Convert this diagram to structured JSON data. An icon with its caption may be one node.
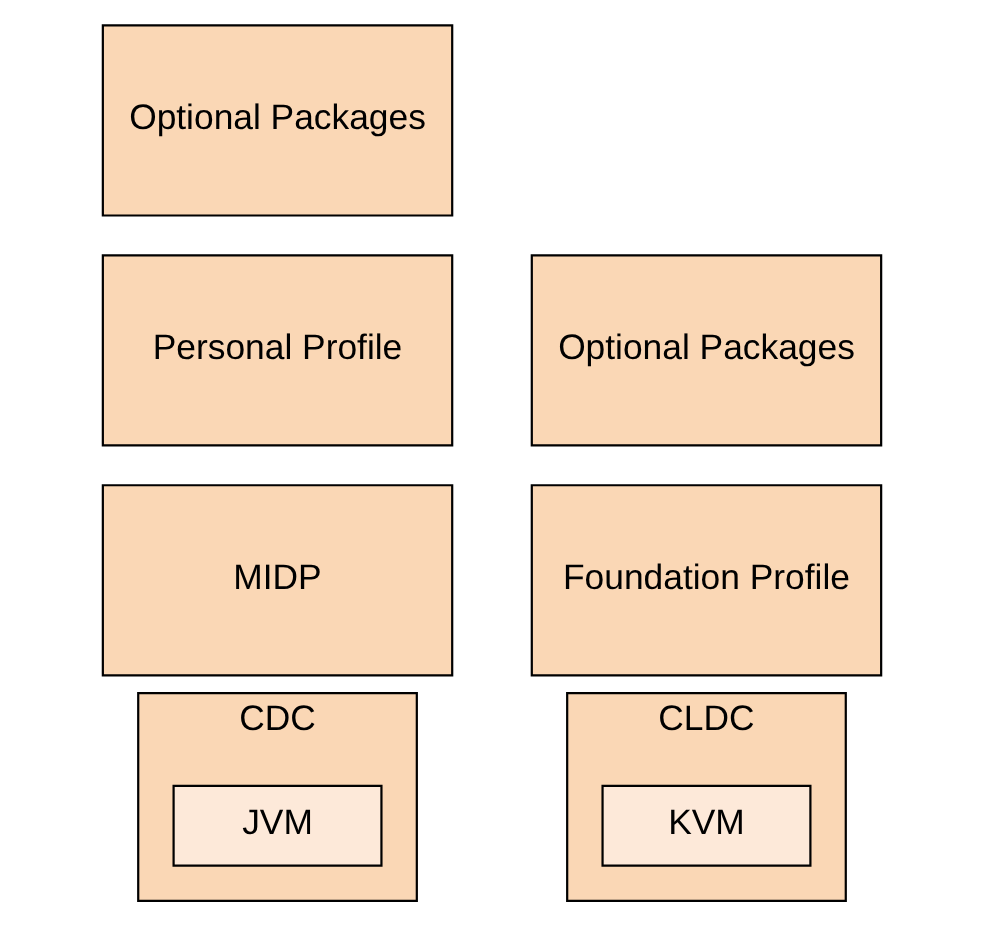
{
  "diagram": {
    "nodes": [
      {
        "text": [
          "Optional Packages"
        ]
      },
      {
        "text": [
          "Personal Profile"
        ]
      },
      {
        "text": [
          "Optional Packages"
        ]
      },
      {
        "text": [
          "MIDP"
        ]
      },
      {
        "text": [
          "Foundation Profile"
        ]
      },
      {
        "text": [
          "CDC"
        ]
      },
      {
        "text": [
          "JVM"
        ],
        "in": 5
      },
      {
        "text": [
          "CLDC"
        ]
      },
      {
        "text": [
          "KVM"
        ],
        "in": 7
      }
    ],
    "edges": []
  }
}
